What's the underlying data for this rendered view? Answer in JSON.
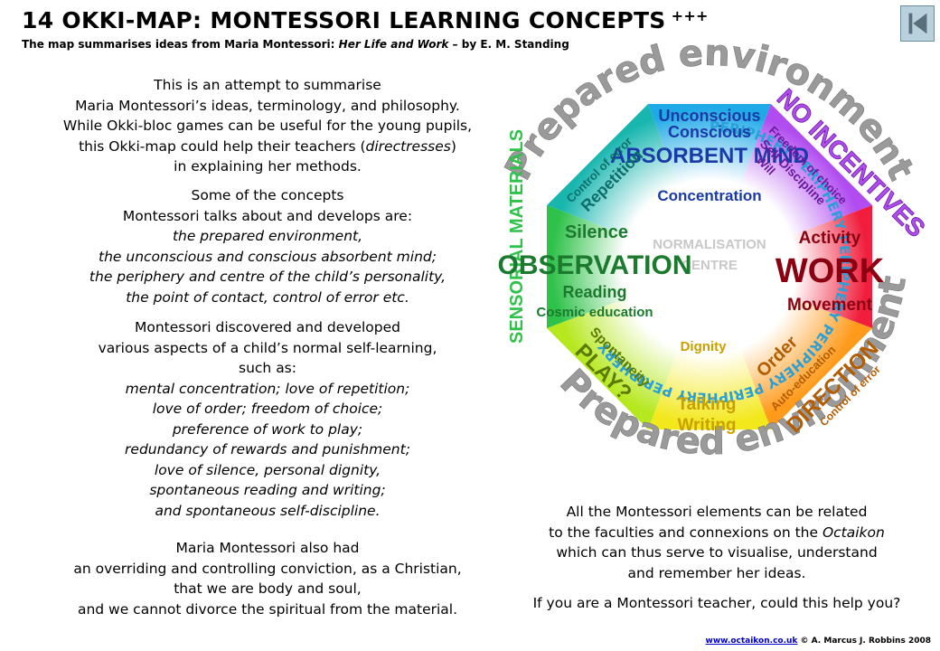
{
  "header": {
    "title": "14 OKKI-MAP: MONTESSORI LEARNING CONCEPTS",
    "title_suffix": "+++",
    "subtitle_prefix": "The map summarises ideas from Maria Montessori: ",
    "subtitle_book": "Her Life and Work",
    "subtitle_suffix": " – by E. M. Standing"
  },
  "nav": {
    "back_icon": "skip-back-icon"
  },
  "left_text": {
    "intro": [
      "This is an attempt to summarise",
      "Maria Montessori’s ideas, terminology, and philosophy.",
      "While Okki-bloc games can be useful for the young pupils,",
      "this Okki-map could help their teachers (",
      "directresses",
      ")",
      "in explaining her methods."
    ],
    "concepts_intro": [
      "Some of the concepts",
      "Montessori talks about and develops are:"
    ],
    "concepts": [
      "the prepared environment,",
      "the unconscious and conscious absorbent mind;",
      "the periphery and centre of the child’s personality,",
      "the point of contact, control of error etc."
    ],
    "aspects_intro": [
      "Montessori discovered and developed",
      "various aspects of a child’s normal self-learning,",
      "such as:"
    ],
    "aspects": [
      "mental concentration; love of repetition;",
      "love of order; freedom of choice;",
      "preference of work to play;",
      "redundancy of rewards and punishment;",
      "love of silence, personal dignity,",
      "spontaneous reading and writing;",
      "and spontaneous self-discipline."
    ],
    "conviction": [
      "Maria Montessori  also had",
      "an overriding and controlling conviction, as a Christian,",
      "that we are body and soul,",
      "and we cannot divorce the spiritual  from the material."
    ]
  },
  "right_text": {
    "l1": "All the Montessori elements can be related",
    "l2_prefix": "to the faculties and connexions on the ",
    "l2_em": "Octaikon",
    "l3": "which can thus serve to visualise, understand",
    "l4": "and remember her ideas.",
    "question": "If you are a Montessori teacher, could this help you?"
  },
  "diagram": {
    "outer_ring_top": "Prepared environment",
    "outer_ring_bottom": "Prepared environment",
    "periphery_ring": "PERIPHERY PERIPHERY PERIPHERY PERIPHERY PERIPHERY PERIPHERY",
    "no_incentives": "NO INCENTIVES",
    "sensorial_materials": "SENSORIAL MATERIALS",
    "centre_l1": "NORMALISATION",
    "centre_l2": "CENTRE",
    "top_unconscious": "Unconscious",
    "top_conscious": "Conscious",
    "top_absorbent": "ABSORBENT MIND",
    "top_concentration": "Concentration",
    "tl_control": "Control of error",
    "tl_repetition": "Repetition",
    "tr_freedom": "Freedom of choice",
    "tr_selfdisc": "Self Discipline",
    "tr_will": "Will",
    "left_silence": "Silence",
    "left_observation": "OBSERVATION",
    "left_reading": "Reading",
    "left_cosmic": "Cosmic education",
    "right_activity": "Activity",
    "right_work": "WORK",
    "right_movement": "Movement",
    "bl_spontaneity": "Spontaneity",
    "bl_play": "PLAY?",
    "br_order": "Order",
    "br_auto": "Auto-education",
    "br_direction": "DIRECTION",
    "br_control": "Control of error",
    "bottom_dignity": "Dignity",
    "bottom_talking": "Talking",
    "bottom_writing": "Writing",
    "colors": {
      "top": "#1fa9e6",
      "top_right": "#b14cf0",
      "right": "#f01e3c",
      "bottom_right": "#ff9a1a",
      "bottom": "#f3e81c",
      "bottom_left": "#b6e81f",
      "left": "#2fc24a",
      "top_left": "#19b6b0",
      "outer_text": "#9a9a9a",
      "periphery_text": "#2aa0d8"
    }
  },
  "footer": {
    "link": "www.octaikon.co.uk",
    "credit": " © A. Marcus J. Robbins 2008"
  }
}
